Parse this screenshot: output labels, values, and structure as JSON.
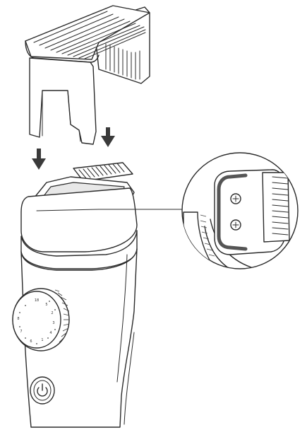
{
  "diagram": {
    "components": [
      {
        "name": "guide comb"
      },
      {
        "name": "trimmer blade head"
      },
      {
        "name": "trimmer body"
      },
      {
        "name": "length adjustment dial"
      },
      {
        "name": "power button"
      },
      {
        "name": "magnified detail of blade mount"
      }
    ],
    "arrows": [
      {
        "direction": "down"
      },
      {
        "direction": "down"
      }
    ],
    "dial_labels": [
      "18",
      "5",
      "2",
      "3",
      "4",
      "1",
      "6",
      "7",
      "8"
    ],
    "colors": {
      "line": "#2b2b2b",
      "arrow": "#3a3a3a",
      "highlight": "#555555",
      "background": "#ffffff"
    }
  }
}
